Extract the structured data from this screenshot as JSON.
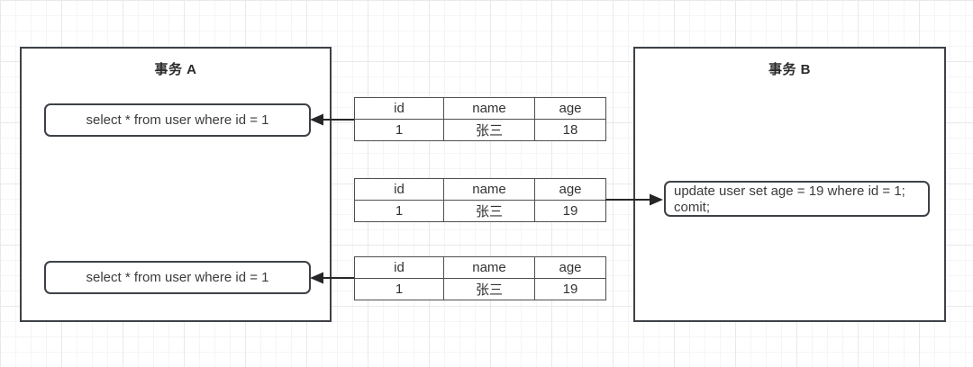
{
  "transaction_a": {
    "title": "事务 A",
    "query_1": "select * from user where id = 1",
    "query_2": "select * from user where id = 1"
  },
  "transaction_b": {
    "title": "事务 B",
    "update_line_1": "update user set age = 19 where id = 1;",
    "update_line_2": "comit;"
  },
  "tables": [
    {
      "headers": [
        "id",
        "name",
        "age"
      ],
      "rows": [
        [
          "1",
          "张三",
          "18"
        ]
      ]
    },
    {
      "headers": [
        "id",
        "name",
        "age"
      ],
      "rows": [
        [
          "1",
          "张三",
          "19"
        ]
      ]
    },
    {
      "headers": [
        "id",
        "name",
        "age"
      ],
      "rows": [
        [
          "1",
          "张三",
          "19"
        ]
      ]
    }
  ],
  "arrows": [
    {
      "direction": "left",
      "from": "result-table-1",
      "to": "query-1"
    },
    {
      "direction": "right",
      "from": "result-table-2",
      "to": "update-statement"
    },
    {
      "direction": "left",
      "from": "result-table-3",
      "to": "query-2"
    }
  ],
  "colors": {
    "box_border": "#3d4147",
    "table_border": "#4e4e4e",
    "arrow": "#262626",
    "text": "#3b3b3b",
    "background": "#ffffff",
    "grid_minor": "#f5f5f5",
    "grid_major": "#e9e9e9"
  }
}
